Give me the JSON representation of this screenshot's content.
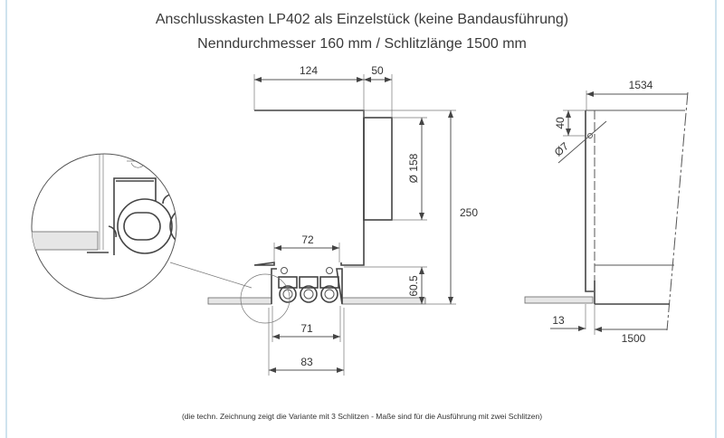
{
  "title": {
    "line1": "Anschlusskasten LP402 als Einzelstück (keine Bandausführung)",
    "line2": "Nenndurchmesser 160 mm / Schlitzlänge 1500 mm"
  },
  "front_view": {
    "dim_width": "124",
    "dim_extension": "50",
    "dim_diameter": "Ø 158",
    "dim_height": "250",
    "dim_inner_top": "72",
    "dim_bottom_height": "60.5",
    "dim_inner_bottom": "71",
    "dim_outer_bottom": "83"
  },
  "side_view": {
    "dim_length_top": "1534",
    "dim_hole_offset": "40",
    "dim_hole_diameter": "Ø7",
    "dim_flange": "13",
    "dim_slot_length": "1500"
  },
  "footer": {
    "note": "(die techn. Zeichnung zeigt die Variante mit 3 Schlitzen - Maße sind für die Ausführung mit zwei Schlitzen)"
  }
}
